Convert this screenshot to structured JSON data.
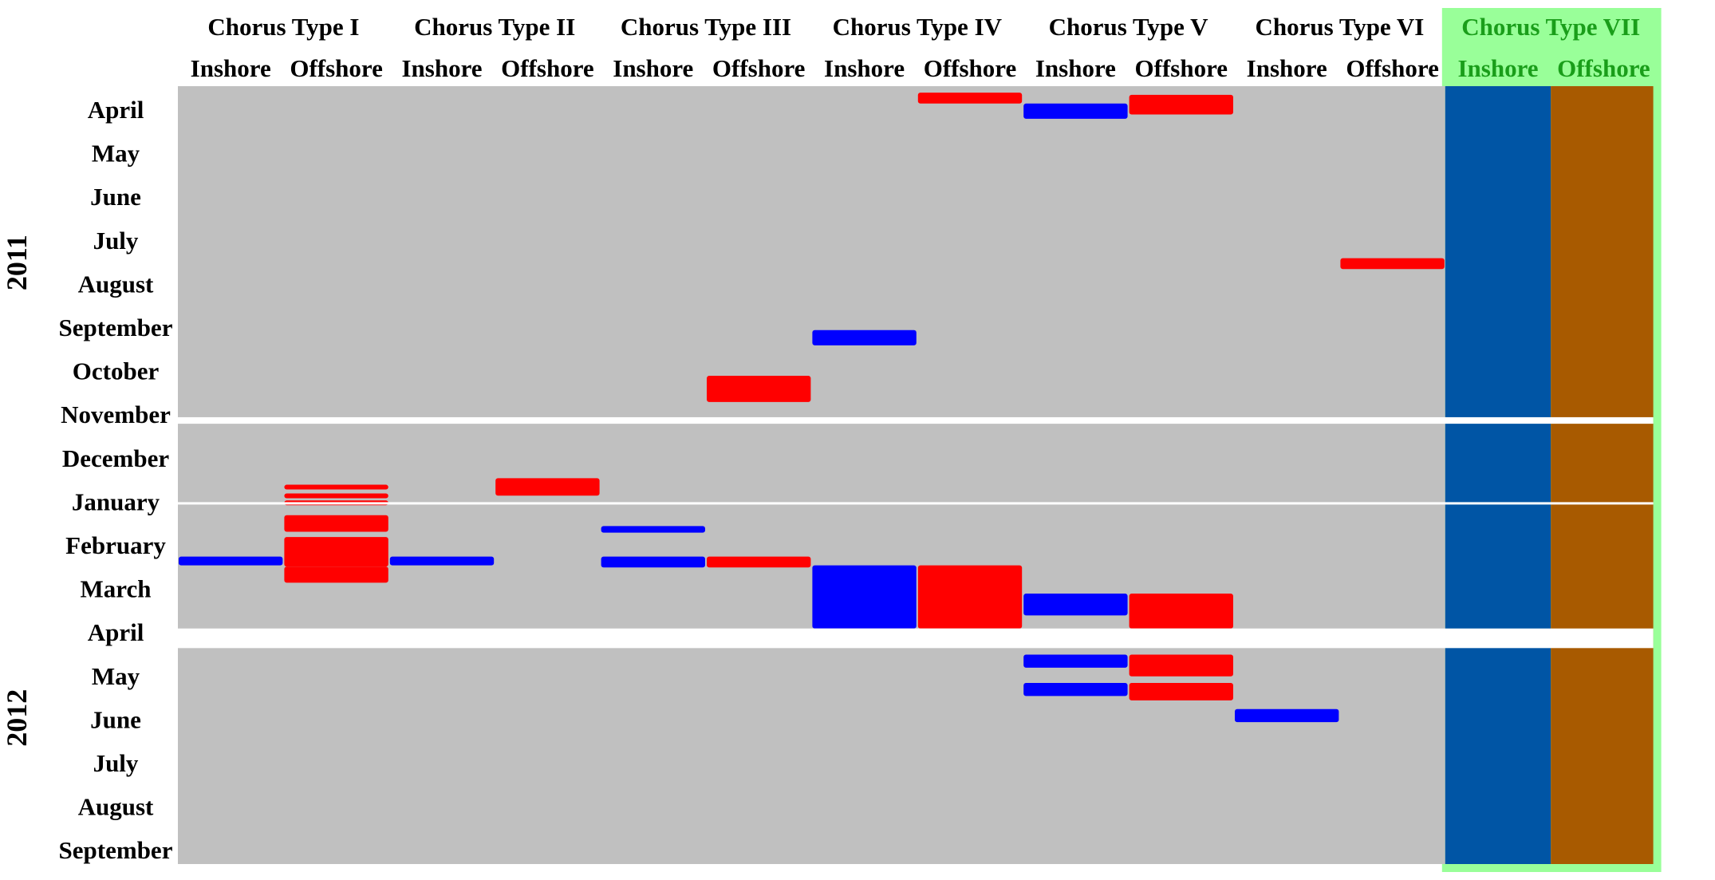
{
  "colors": {
    "background": "#c0c0c0",
    "inshore": "#0000ff",
    "offshore": "#ff0000",
    "continuous_inshore": "#0055a5",
    "continuous_offshore": "#a85a00",
    "highlight": "#99ff99",
    "highlight_text": "#1a9e1a",
    "gap": "#ffffff"
  },
  "chart_data": {
    "type": "timeline",
    "chorus_types": [
      "Chorus Type I",
      "Chorus Type II",
      "Chorus Type III",
      "Chorus Type IV",
      "Chorus Type V",
      "Chorus Type VI",
      "Chorus Type VII"
    ],
    "site_labels": [
      "Inshore",
      "Offshore"
    ],
    "years": [
      "2011",
      "2012"
    ],
    "months": [
      {
        "label": "April",
        "year": "2011"
      },
      {
        "label": "May",
        "year": "2011"
      },
      {
        "label": "June",
        "year": "2011"
      },
      {
        "label": "July",
        "year": "2011"
      },
      {
        "label": "August",
        "year": "2011"
      },
      {
        "label": "September",
        "year": "2011"
      },
      {
        "label": "October",
        "year": "2011"
      },
      {
        "label": "November",
        "year": "2011"
      },
      {
        "label": "December",
        "year": "2011"
      },
      {
        "label": "January",
        "year": "2012"
      },
      {
        "label": "February",
        "year": "2012"
      },
      {
        "label": "March",
        "year": "2012"
      },
      {
        "label": "April",
        "year": "2012"
      },
      {
        "label": "May",
        "year": "2012"
      },
      {
        "label": "June",
        "year": "2012"
      },
      {
        "label": "July",
        "year": "2012"
      },
      {
        "label": "August",
        "year": "2012"
      },
      {
        "label": "September",
        "year": "2012"
      }
    ],
    "continuous_type": "Chorus Type VII",
    "recording_gaps": [
      {
        "start": 7.05,
        "end": 7.2
      },
      {
        "start": 9.0,
        "end": 9.05
      },
      {
        "start": 11.9,
        "end": 12.35
      }
    ],
    "occurrences": [
      {
        "type": 1,
        "site": "Inshore",
        "start": 10.25,
        "end": 10.45
      },
      {
        "type": 1,
        "site": "Offshore",
        "start": 8.6,
        "end": 8.68
      },
      {
        "type": 1,
        "site": "Offshore",
        "start": 8.8,
        "end": 8.88
      },
      {
        "type": 1,
        "site": "Offshore",
        "start": 8.96,
        "end": 9.04
      },
      {
        "type": 1,
        "site": "Offshore",
        "start": 9.3,
        "end": 9.68
      },
      {
        "type": 1,
        "site": "Offshore",
        "start": 9.8,
        "end": 10.48
      },
      {
        "type": 1,
        "site": "Offshore",
        "start": 10.48,
        "end": 10.85
      },
      {
        "type": 2,
        "site": "Inshore",
        "start": 10.25,
        "end": 10.45
      },
      {
        "type": 2,
        "site": "Offshore",
        "start": 8.45,
        "end": 8.85
      },
      {
        "type": 3,
        "site": "Inshore",
        "start": 9.55,
        "end": 9.7
      },
      {
        "type": 3,
        "site": "Inshore",
        "start": 10.25,
        "end": 10.5
      },
      {
        "type": 3,
        "site": "Offshore",
        "start": 6.1,
        "end": 6.7
      },
      {
        "type": 3,
        "site": "Offshore",
        "start": 10.25,
        "end": 10.5
      },
      {
        "type": 4,
        "site": "Inshore",
        "start": 5.05,
        "end": 5.4
      },
      {
        "type": 4,
        "site": "Inshore",
        "start": 10.45,
        "end": 11.9
      },
      {
        "type": 4,
        "site": "Offshore",
        "start": -0.4,
        "end": -0.15
      },
      {
        "type": 4,
        "site": "Offshore",
        "start": 10.45,
        "end": 11.9
      },
      {
        "type": 5,
        "site": "Inshore",
        "start": -0.15,
        "end": 0.2
      },
      {
        "type": 5,
        "site": "Inshore",
        "start": 11.1,
        "end": 11.6
      },
      {
        "type": 5,
        "site": "Inshore",
        "start": 12.5,
        "end": 12.8
      },
      {
        "type": 5,
        "site": "Inshore",
        "start": 13.15,
        "end": 13.45
      },
      {
        "type": 5,
        "site": "Offshore",
        "start": -0.35,
        "end": 0.1
      },
      {
        "type": 5,
        "site": "Offshore",
        "start": 11.1,
        "end": 11.9
      },
      {
        "type": 5,
        "site": "Offshore",
        "start": 12.5,
        "end": 13.0
      },
      {
        "type": 5,
        "site": "Offshore",
        "start": 13.15,
        "end": 13.55
      },
      {
        "type": 6,
        "site": "Inshore",
        "start": 13.75,
        "end": 14.05
      },
      {
        "type": 6,
        "site": "Offshore",
        "start": 3.4,
        "end": 3.65
      }
    ]
  }
}
